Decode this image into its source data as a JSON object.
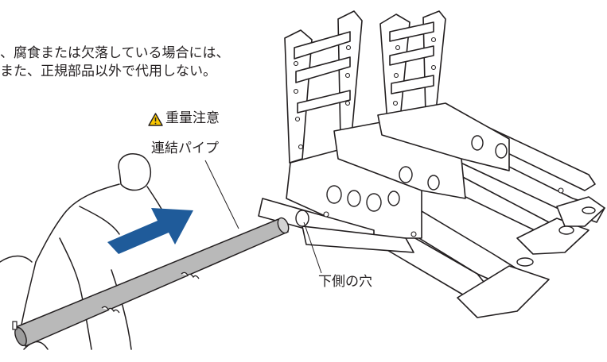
{
  "notice": {
    "line1": "、腐食または欠落している場合には、",
    "line2": "また、正規部品以外で代用しない。"
  },
  "labels": {
    "heavy_warning": "重量注意",
    "connecting_pipe": "連結パイプ",
    "lower_hole": "下側の穴"
  },
  "icons": {
    "warning": "warning-triangle-icon",
    "arrow": "insert-direction-arrow"
  },
  "colors": {
    "arrow": "#1f5b9a",
    "warning_fill": "#f7c600",
    "pipe": "#b9b9b9",
    "line": "#231f20"
  }
}
